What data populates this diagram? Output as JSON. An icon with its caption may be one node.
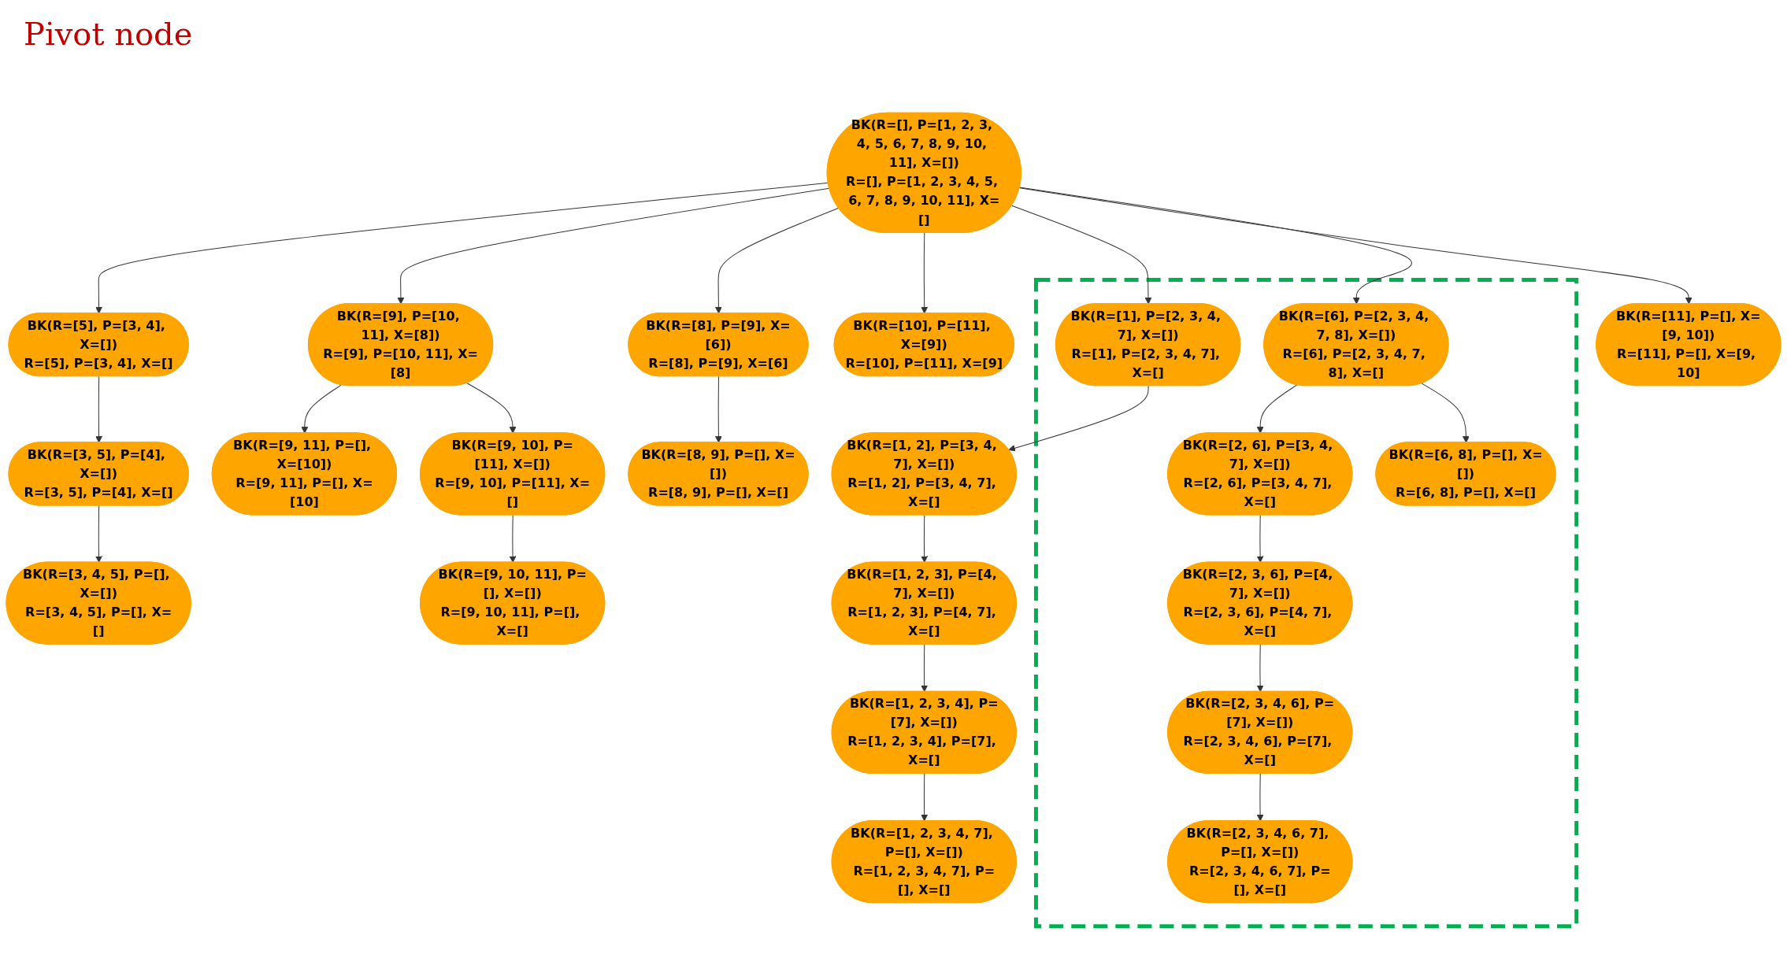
{
  "diagram": {
    "nodes": [
      {
        "text": [
          "BK(R=[9, 10, 11], P=[], X=[])",
          "R=[9, 10, 11], P=[], X=[]"
        ]
      },
      {
        "text": [
          "BK(R=[9, 10], P=[11], X=[])",
          "R=[9, 10], P=[11], X=[]"
        ]
      },
      {
        "text": [
          "BK(R=[3, 4, 5], P=[], X=[])",
          "R=[3, 4, 5], P=[], X=[]"
        ]
      },
      {
        "text": [
          "BK(R=[3, 5], P=[4], X=[])",
          "R=[3, 5], P=[4], X=[]"
        ]
      },
      {
        "text": [
          "BK(R=[5], P=[3, 4], X=[])",
          "R=[5], P=[3, 4], X=[]"
        ]
      },
      {
        "text": [
          "BK(R=[9], P=[10, 11], X=[8])",
          "R=[9], P=[10, 11], X=[8]"
        ]
      },
      {
        "text": [
          "BK(R=[9, 11], P=[], X=[10])",
          "R=[9, 11], P=[], X=[10]"
        ]
      },
      {
        "text": [
          "BK(R=[8], P=[9], X=[6])",
          "R=[8], P=[9], X=[6]"
        ]
      },
      {
        "text": [
          "BK(R=[], P=[1, 2, 3, 4, 5, 6, 7, 8, 9, 10, 11], X=[])",
          "R=[], P=[1, 2, 3, 4, 5, 6, 7, 8, 9, 10, 11], X=[]"
        ]
      },
      {
        "text": [
          "BK(R=[8, 9], P=[], X=[])",
          "R=[8, 9], P=[], X=[]"
        ]
      },
      {
        "text": [
          "BK(R=[1, 2, 3, 4, 7], P=[], X=[])",
          "R=[1, 2, 3, 4, 7], P=[], X=[]"
        ]
      },
      {
        "text": [
          "BK(R=[1, 2, 3, 4], P=[7], X=[])",
          "R=[1, 2, 3, 4], P=[7], X=[]"
        ]
      },
      {
        "text": [
          "BK(R=[1, 2, 3], P=[4, 7], X=[])",
          "R=[1, 2, 3], P=[4, 7], X=[]"
        ]
      },
      {
        "text": [],
        "shape": "box"
      },
      {
        "text": [
          "BK(R=[1, 2], P=[3, 4, 7], X=[])",
          "R=[1, 2], P=[3, 4, 7], X=[]"
        ]
      },
      {
        "text": [
          "BK(R=[2, 6], P=[3, 4, 7], X=[])",
          "R=[2, 6], P=[3, 4, 7], X=[]"
        ],
        "in": 13
      },
      {
        "text": [
          "BK(R=[1], P=[2, 3, 4, 7], X=[])",
          "R=[1], P=[2, 3, 4, 7], X=[]"
        ],
        "in": 13
      },
      {
        "text": [
          "BK(R=[10], P=[11], X=[9])",
          "R=[10], P=[11], X=[9]"
        ]
      },
      {
        "text": [
          "BK(R=[2, 3, 6], P=[4, 7], X=[])",
          "R=[2, 3, 6], P=[4, 7], X=[]"
        ],
        "in": 13
      },
      {
        "text": [
          "BK(R=[6], P=[2, 3, 4, 7, 8], X=[])",
          "R=[6], P=[2, 3, 4, 7, 8], X=[]"
        ],
        "in": 13
      },
      {
        "text": [
          "BK(R=[11], P=[], X=[9, 10])",
          "R=[11], P=[], X=[9, 10]"
        ]
      },
      {
        "text": [
          "BK(R=[2, 3, 4, 6], P=[7], X=[])",
          "R=[2, 3, 4, 6], P=[7], X=[]"
        ],
        "in": 13
      },
      {
        "text": [
          "BK(R=[6, 8], P=[], X=[])",
          "R=[6, 8], P=[], X=[]"
        ],
        "in": 13
      },
      {
        "text": [
          "BK(R=[2, 3, 4, 6, 7], P=[], X=[])",
          "R=[2, 3, 4, 6, 7], P=[], X=[]"
        ],
        "in": 13
      }
    ],
    "edges": [
      {
        "from": 8,
        "to": 4,
        "arrow": "to"
      },
      {
        "from": 8,
        "to": 5,
        "arrow": "to"
      },
      {
        "from": 8,
        "to": 7,
        "arrow": "to"
      },
      {
        "from": 8,
        "to": 17,
        "arrow": "to"
      },
      {
        "from": 8,
        "to": 16,
        "arrow": "to"
      },
      {
        "from": 8,
        "to": 20,
        "arrow": "to"
      },
      {
        "from": 8,
        "to": 19,
        "arrow": "to"
      },
      {
        "from": 5,
        "to": 6,
        "arrow": "to"
      },
      {
        "from": 5,
        "to": 1,
        "arrow": "to"
      },
      {
        "from": 1,
        "to": 0,
        "arrow": "to"
      },
      {
        "from": 4,
        "to": 3,
        "arrow": "to"
      },
      {
        "from": 3,
        "to": 2,
        "arrow": "to"
      },
      {
        "from": 7,
        "to": 9,
        "arrow": "to"
      },
      {
        "from": 16,
        "to": 14,
        "arrow": "to"
      },
      {
        "from": 14,
        "to": 12,
        "arrow": "to"
      },
      {
        "from": 12,
        "to": 11,
        "arrow": "to"
      },
      {
        "from": 11,
        "to": 10,
        "arrow": "to"
      },
      {
        "from": 19,
        "to": 15,
        "arrow": "to"
      },
      {
        "from": 15,
        "to": 18,
        "arrow": "to"
      },
      {
        "from": 18,
        "to": 21,
        "arrow": "to"
      },
      {
        "from": 21,
        "to": 23,
        "arrow": "to"
      },
      {
        "from": 19,
        "to": 22,
        "arrow": "to"
      }
    ],
    "labels": [
      "Pivot node"
    ]
  }
}
